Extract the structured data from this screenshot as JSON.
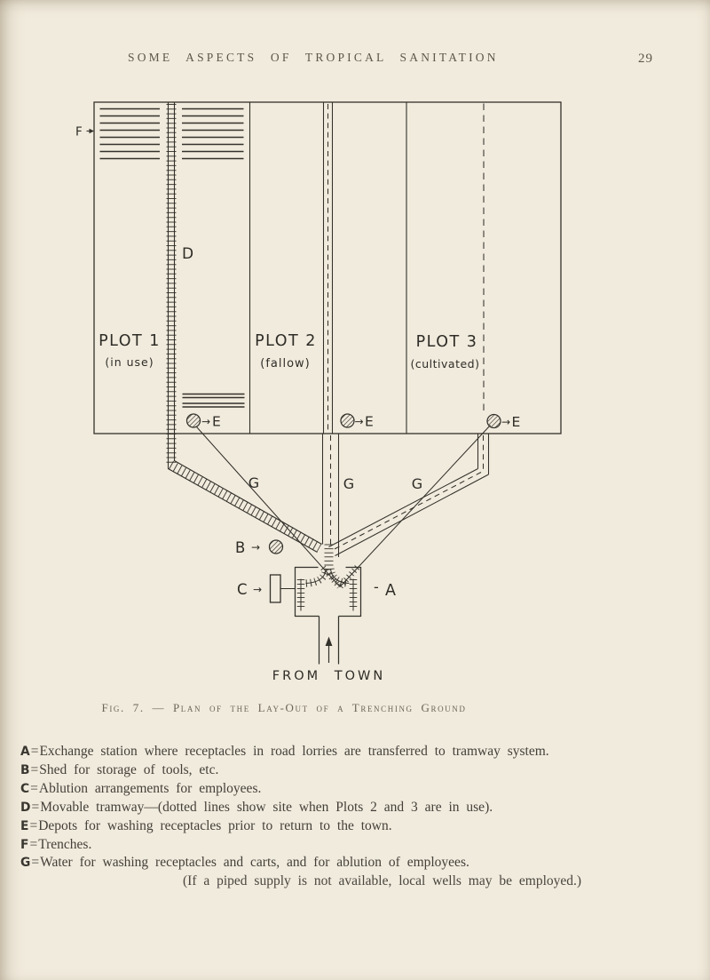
{
  "header": {
    "title": "SOME ASPECTS OF TROPICAL SANITATION",
    "page_number": "29"
  },
  "figure": {
    "caption": "Fig. 7. — Plan of the Lay-Out of a Trenching Ground",
    "plots": [
      {
        "name": "PLOT 1",
        "status": "(in use)"
      },
      {
        "name": "PLOT 2",
        "status": "(fallow)"
      },
      {
        "name": "PLOT 3",
        "status": "(cultivated)"
      }
    ],
    "labels": {
      "a": "A",
      "b": "B",
      "c": "C",
      "d": "D",
      "e": "E",
      "f": "F",
      "g": "G",
      "arrow": "→",
      "dash": "-",
      "from_town": "FROM TOWN"
    }
  },
  "legend": {
    "separator": "=",
    "entries": [
      {
        "key": "A",
        "text": "Exchange station where receptacles in road lorries are transferred to tramway system."
      },
      {
        "key": "B",
        "text": "Shed for storage of tools, etc."
      },
      {
        "key": "C",
        "text": "Ablution arrangements for employees."
      },
      {
        "key": "D",
        "text": "Movable tramway—(dotted lines show site when Plots 2 and 3 are in use)."
      },
      {
        "key": "E",
        "text": "Depots for washing receptacles prior to return to the town."
      },
      {
        "key": "F",
        "text": "Trenches."
      },
      {
        "key": "G",
        "text": "Water for washing receptacles and carts, and for ablution of employees."
      }
    ],
    "note": "(If a piped supply is not available, local wells may be employed.)"
  },
  "colors": {
    "background": "#f1ebdd",
    "ink": "#33312b",
    "header_grey": "#5d574b"
  }
}
